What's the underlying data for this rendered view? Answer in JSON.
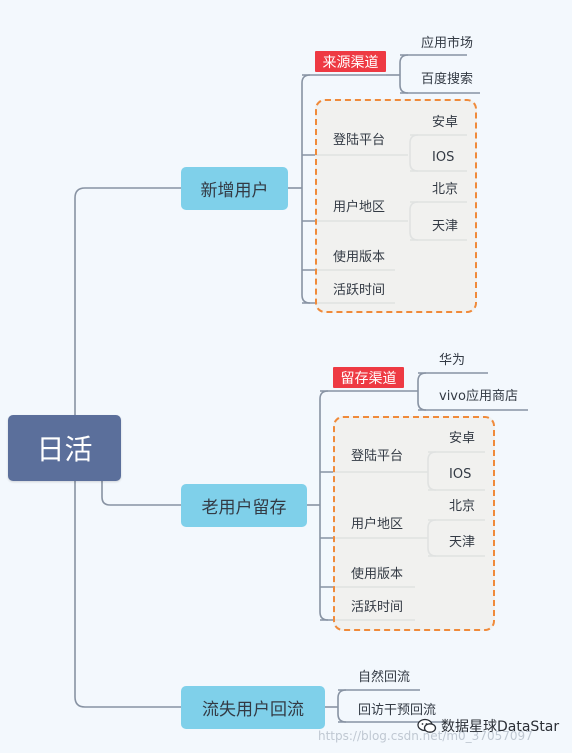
{
  "root": {
    "label": "日活"
  },
  "branches": [
    {
      "label": "新增用户",
      "channel": {
        "label": "来源渠道",
        "items": [
          "应用市场",
          "百度搜索"
        ]
      },
      "group": [
        {
          "label": "登陆平台",
          "items": [
            "安卓",
            "IOS"
          ]
        },
        {
          "label": "用户地区",
          "items": [
            "北京",
            "天津"
          ]
        },
        {
          "label": "使用版本"
        },
        {
          "label": "活跃时间"
        }
      ]
    },
    {
      "label": "老用户留存",
      "channel": {
        "label": "留存渠道",
        "items": [
          "华为",
          "vivo应用商店"
        ]
      },
      "group": [
        {
          "label": "登陆平台",
          "items": [
            "安卓",
            "IOS"
          ]
        },
        {
          "label": "用户地区",
          "items": [
            "北京",
            "天津"
          ]
        },
        {
          "label": "使用版本"
        },
        {
          "label": "活跃时间"
        }
      ]
    },
    {
      "label": "流失用户回流",
      "items": [
        "自然回流",
        "回访干预回流"
      ]
    }
  ],
  "watermark": "https://blog.csdn.net/m0_37057097",
  "brand": {
    "label": "数据星球DataStar",
    "icon": "wechat-bubble-icon"
  },
  "colors": {
    "root": "#5b6f9b",
    "branch": "#7fd0ea",
    "tag": "#ee3a43",
    "dash": "#f08a3a",
    "line": "#8893a3"
  }
}
